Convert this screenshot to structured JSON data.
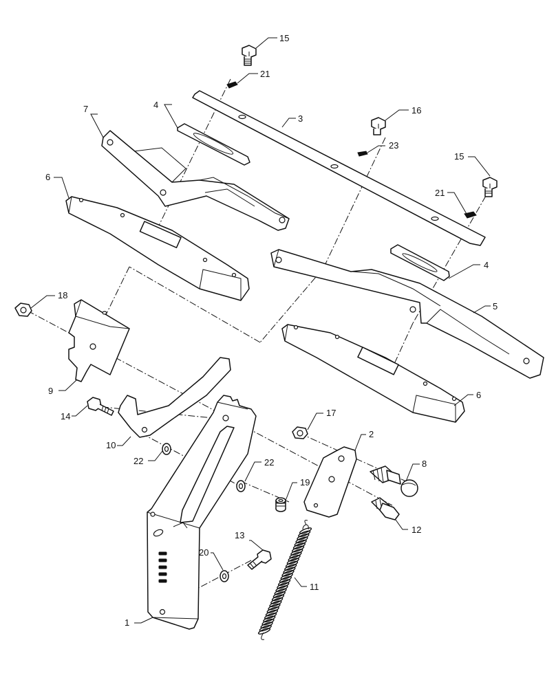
{
  "diagram": {
    "type": "exploded-parts-view",
    "callouts": [
      {
        "id": "c15a",
        "label": "15"
      },
      {
        "id": "c21a",
        "label": "21"
      },
      {
        "id": "c7",
        "label": "7"
      },
      {
        "id": "c4a",
        "label": "4"
      },
      {
        "id": "c3",
        "label": "3"
      },
      {
        "id": "c16",
        "label": "16"
      },
      {
        "id": "c23",
        "label": "23"
      },
      {
        "id": "c15b",
        "label": "15"
      },
      {
        "id": "c6a",
        "label": "6"
      },
      {
        "id": "c21b",
        "label": "21"
      },
      {
        "id": "c4b",
        "label": "4"
      },
      {
        "id": "c5",
        "label": "5"
      },
      {
        "id": "c18",
        "label": "18"
      },
      {
        "id": "c9",
        "label": "9"
      },
      {
        "id": "c6b",
        "label": "6"
      },
      {
        "id": "c14",
        "label": "14"
      },
      {
        "id": "c17",
        "label": "17"
      },
      {
        "id": "c2",
        "label": "2"
      },
      {
        "id": "c10",
        "label": "10"
      },
      {
        "id": "c22a",
        "label": "22"
      },
      {
        "id": "c8",
        "label": "8"
      },
      {
        "id": "c22b",
        "label": "22"
      },
      {
        "id": "c19",
        "label": "19"
      },
      {
        "id": "c12",
        "label": "12"
      },
      {
        "id": "c13",
        "label": "13"
      },
      {
        "id": "c20",
        "label": "20"
      },
      {
        "id": "c11",
        "label": "11"
      },
      {
        "id": "c1",
        "label": "1"
      }
    ]
  }
}
